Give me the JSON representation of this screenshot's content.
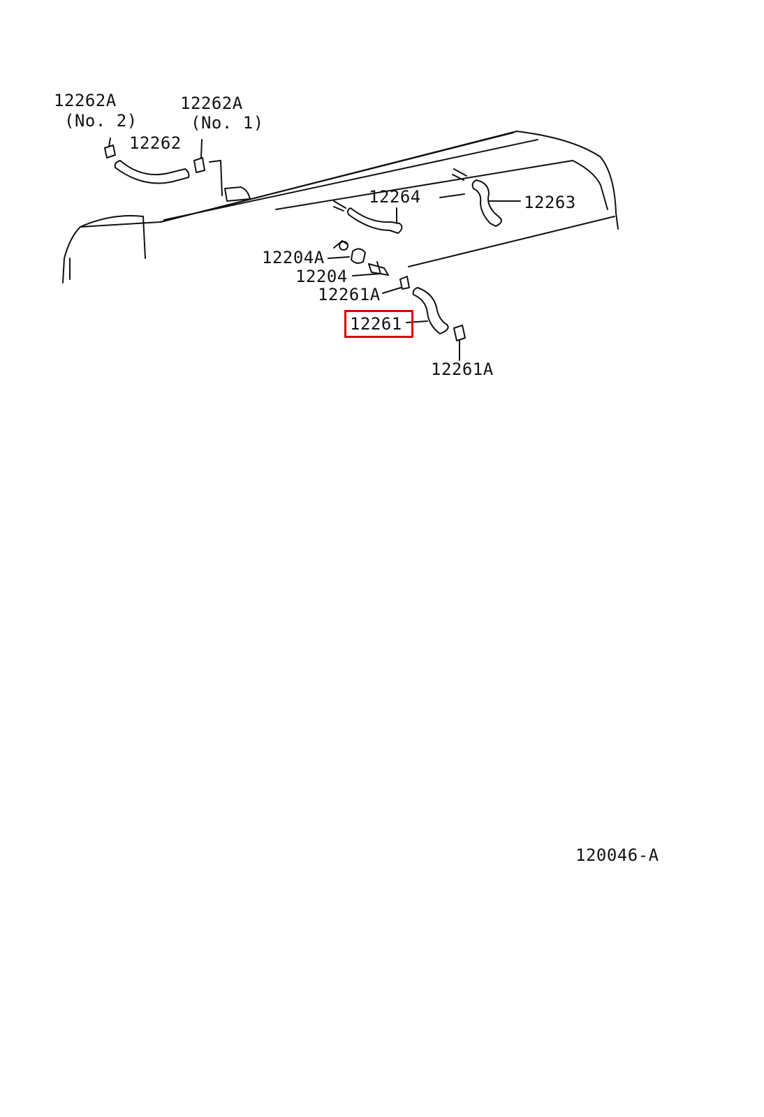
{
  "diagram_id": "120046-A",
  "highlight_color": "#e00000",
  "highlighted_part": "12261",
  "labels": {
    "p12262A_no2": "12262A",
    "p12262A_no2_sub": "(No. 2)",
    "p12262A_no1": "12262A",
    "p12262A_no1_sub": "(No. 1)",
    "p12262": "12262",
    "p12264": "12264",
    "p12263": "12263",
    "p12204A": "12204A",
    "p12204": "12204",
    "p12261A_upper": "12261A",
    "p12261": "12261",
    "p12261A_lower": "12261A"
  }
}
